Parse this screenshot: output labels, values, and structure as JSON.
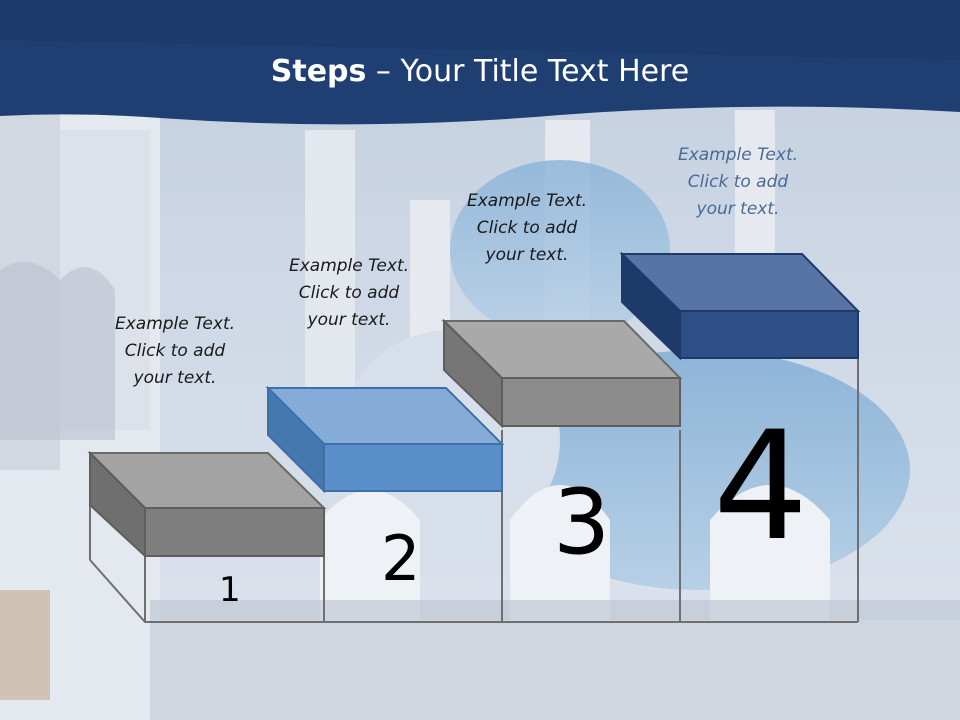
{
  "slide": {
    "title_bold": "Steps",
    "title_rest": " – Your Title Text Here"
  },
  "steps": [
    {
      "number": "1",
      "caption": [
        "Example Text.",
        "Click  to add",
        "your text."
      ],
      "color": "#808080"
    },
    {
      "number": "2",
      "caption": [
        "Example Text.",
        "Click  to add",
        "your text."
      ],
      "color": "#5b8fc9"
    },
    {
      "number": "3",
      "caption": [
        "Example Text.",
        "Click  to add",
        "your text."
      ],
      "color": "#8c8c8c"
    },
    {
      "number": "4",
      "caption": [
        "Example Text.",
        "Click  to add",
        "your text."
      ],
      "color": "#2e4f86"
    }
  ],
  "colors": {
    "header": "#1f3f73",
    "accent": "#2e4f86"
  }
}
